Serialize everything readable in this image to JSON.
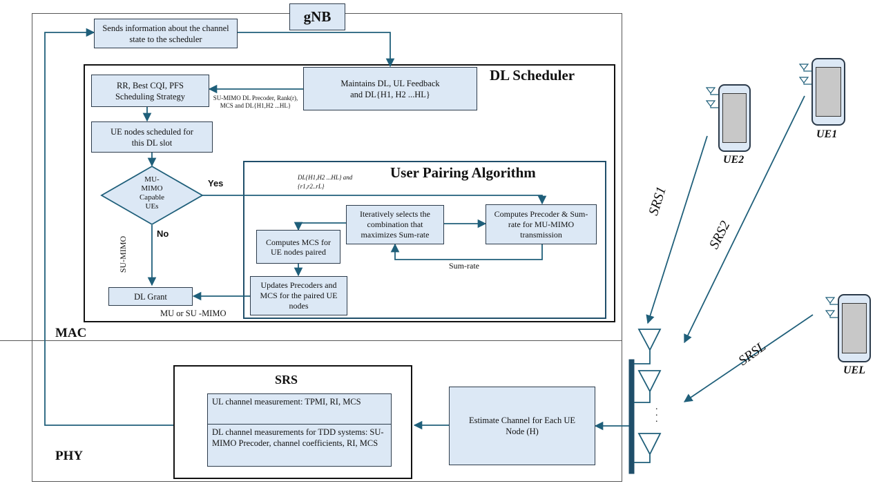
{
  "gnb_label": "gNB",
  "mac_label": "MAC",
  "phy_label": "PHY",
  "dl_scheduler_title": "DL Scheduler",
  "user_pairing_title": "User Pairing Algorithm",
  "srs_title": "SRS",
  "boxes": {
    "sends_info": "Sends information about the channel state to the scheduler",
    "maintains": "Maintains DL, UL Feedback and DL{H1, H2 ...HL}",
    "rr_strategy": "RR, Best CQI, PFS Scheduling Strategy",
    "ue_nodes_scheduled": "UE nodes scheduled for this DL slot",
    "decision": "MU-MIMO Capable UEs",
    "dl_grant": "DL Grant",
    "computes_mcs": "Computes MCS for UE nodes paired",
    "iteratively_selects": "Iteratively selects the combination that maximizes Sum-rate",
    "computes_precoder": "Computes Precoder & Sum-rate for MU-MIMO transmission",
    "updates_precoders": "Updates Precoders and MCS for the paired UE nodes",
    "srs_ul": "UL channel measurement: TPMI, RI, MCS",
    "srs_dl": "DL channel measurements for TDD systems: SU-MIMO Precoder, channel coefficients, RI, MCS",
    "estimate_channel": "Estimate Channel for Each UE Node (H)"
  },
  "labels": {
    "su_mimo_feedback": "SU-MIMO DL Precoder, Rank(r), MCS and DL{H1,H2 ...HL}",
    "yes": "Yes",
    "no": "No",
    "su_mimo_vertical": "SU-MIMO",
    "mu_or_su": "MU or SU -MIMO",
    "sum_rate": "Sum-rate",
    "dl_h_and_r": "DL{H1,H2 ...HL} and {r1,r2..rL}",
    "srs1": "SRS1",
    "srs2": "SRS2",
    "srsL": "SRSL",
    "ue1": "UE1",
    "ue2": "UE2",
    "ueL": "UEL",
    "dots": "."
  },
  "colors": {
    "box_fill": "#dce8f5",
    "arrow": "#1f5f7a",
    "border": "#2b3a4a"
  }
}
